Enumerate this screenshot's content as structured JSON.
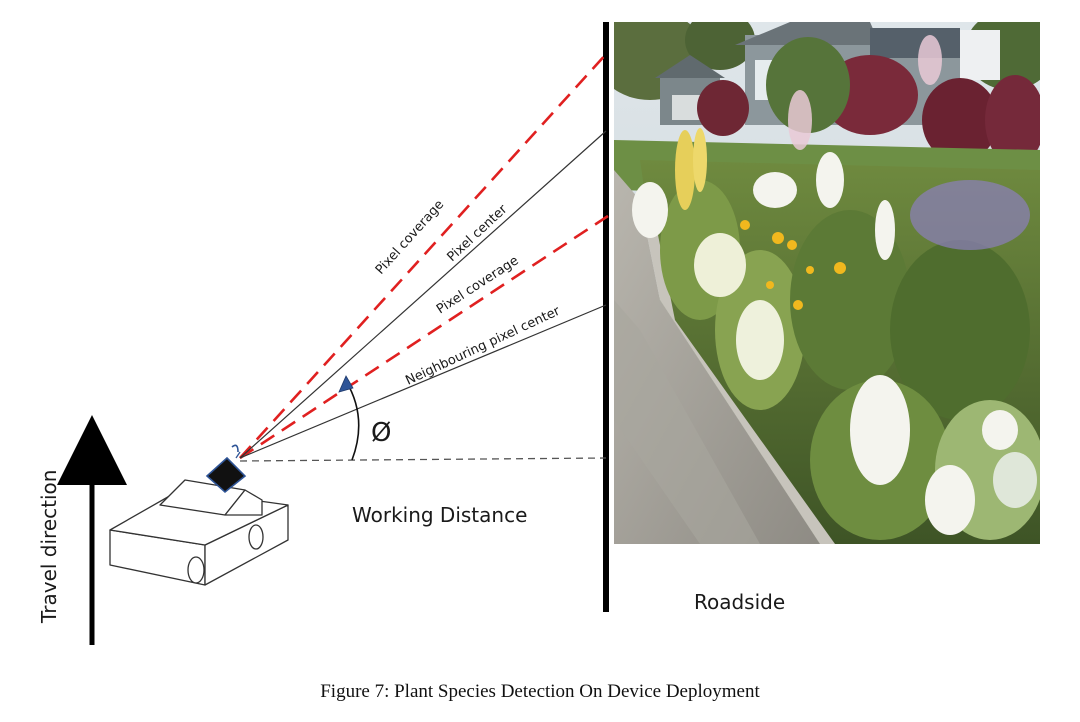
{
  "figure": {
    "caption": "Figure 7: Plant Species Detection On Device Deployment"
  },
  "labels": {
    "pixel_coverage_outer": "Pixel coverage",
    "pixel_center": "Pixel center",
    "pixel_coverage_inner": "Pixel coverage",
    "neighbouring_pixel_center": "Neighbouring pixel center",
    "angle_symbol": "Ø",
    "working_distance": "Working Distance",
    "roadside": "Roadside",
    "travel_direction": "Travel direction"
  },
  "colors": {
    "coverage_ray": "#e02020",
    "center_ray": "#333333",
    "angle_arrow": "#2f5597",
    "camera": "#111111",
    "camera_outline": "#2f5597",
    "roadside_line": "#000000"
  },
  "photo": {
    "subject": "roadside garden bed with flowering plants along a curb"
  }
}
